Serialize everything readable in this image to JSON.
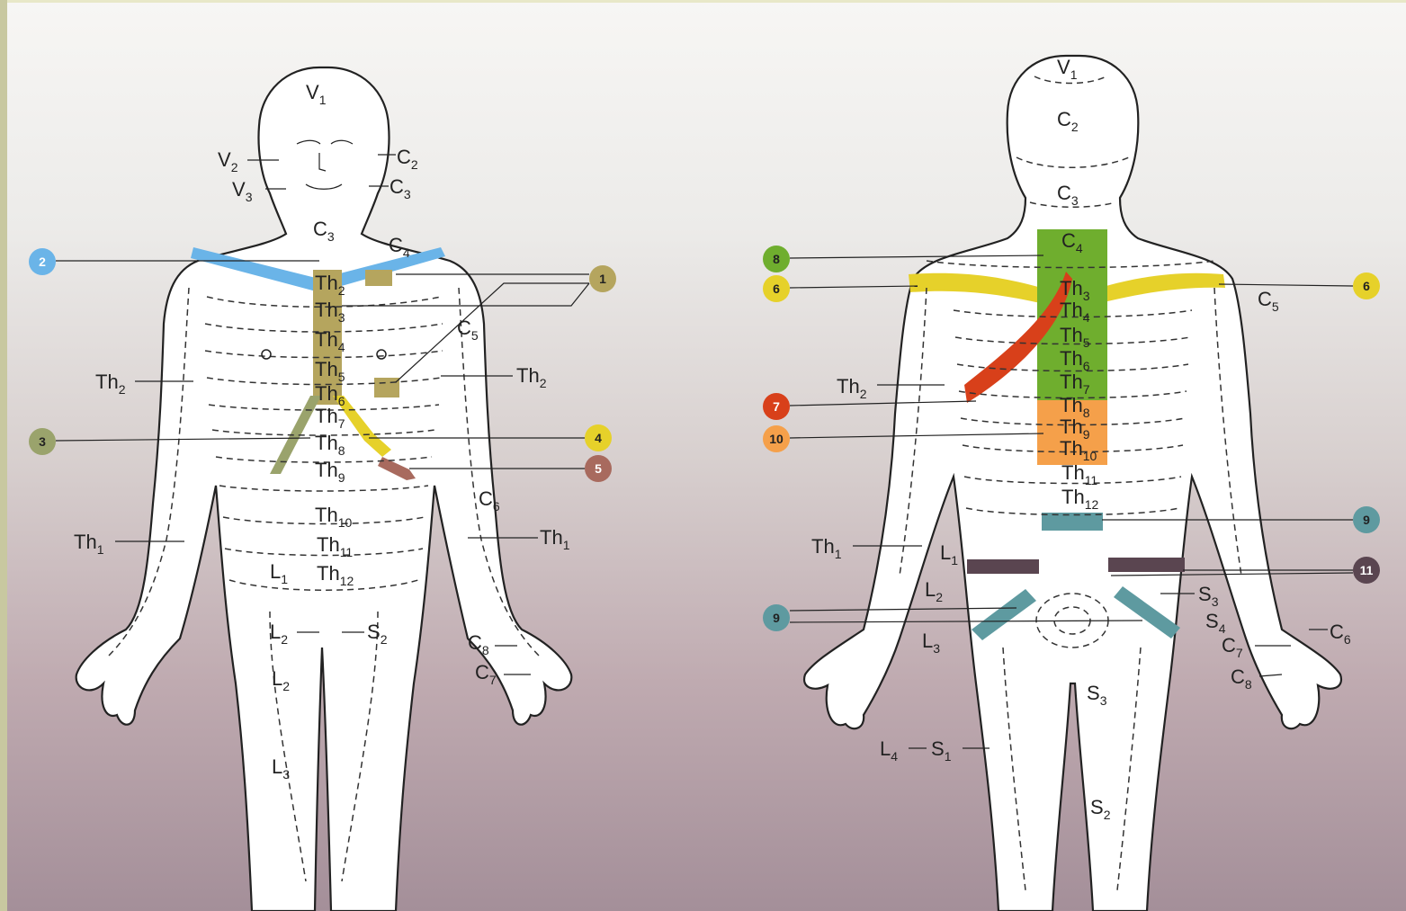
{
  "front_labels": {
    "v1": "V",
    "v1_sub": "1",
    "v2": "V",
    "v2_sub": "2",
    "v3": "V",
    "v3_sub": "3",
    "c2": "C",
    "c2_sub": "2",
    "c3a": "C",
    "c3a_sub": "3",
    "c3b": "C",
    "c3b_sub": "3",
    "c4": "C",
    "c4_sub": "4",
    "c5": "C",
    "c5_sub": "5",
    "c6": "C",
    "c6_sub": "6",
    "c7": "C",
    "c7_sub": "7",
    "c8": "C",
    "c8_sub": "8",
    "th1l": "Th",
    "th1l_sub": "1",
    "th1r": "Th",
    "th1r_sub": "1",
    "th2l": "Th",
    "th2l_sub": "2",
    "th2r": "Th",
    "th2r_sub": "2",
    "th2": "Th",
    "th2_sub": "2",
    "th3": "Th",
    "th3_sub": "3",
    "th4": "Th",
    "th4_sub": "4",
    "th5": "Th",
    "th5_sub": "5",
    "th6": "Th",
    "th6_sub": "6",
    "th7": "Th",
    "th7_sub": "7",
    "th8": "Th",
    "th8_sub": "8",
    "th9": "Th",
    "th9_sub": "9",
    "th10": "Th",
    "th10_sub": "10",
    "th11": "Th",
    "th11_sub": "11",
    "th12": "Th",
    "th12_sub": "12",
    "l1": "L",
    "l1_sub": "1",
    "l2a": "L",
    "l2a_sub": "2",
    "l2b": "L",
    "l2b_sub": "2",
    "l3": "L",
    "l3_sub": "3",
    "s2": "S",
    "s2_sub": "2"
  },
  "back_labels": {
    "v1": "V",
    "v1_sub": "1",
    "c2": "C",
    "c2_sub": "2",
    "c3": "C",
    "c3_sub": "3",
    "c4": "C",
    "c4_sub": "4",
    "c5": "C",
    "c5_sub": "5",
    "c6": "C",
    "c6_sub": "6",
    "c7": "C",
    "c7_sub": "7",
    "c8": "C",
    "c8_sub": "8",
    "th1": "Th",
    "th1_sub": "1",
    "th2": "Th",
    "th2_sub": "2",
    "th3": "Th",
    "th3_sub": "3",
    "th4": "Th",
    "th4_sub": "4",
    "th5": "Th",
    "th5_sub": "5",
    "th6": "Th",
    "th6_sub": "6",
    "th7": "Th",
    "th7_sub": "7",
    "th8": "Th",
    "th8_sub": "8",
    "th9": "Th",
    "th9_sub": "9",
    "th10": "Th",
    "th10_sub": "10",
    "th11": "Th",
    "th11_sub": "11",
    "th12": "Th",
    "th12_sub": "12",
    "l1": "L",
    "l1_sub": "1",
    "l2": "L",
    "l2_sub": "2",
    "l3": "L",
    "l3_sub": "3",
    "l4": "L",
    "l4_sub": "4",
    "s1": "S",
    "s1_sub": "1",
    "s2": "S",
    "s2_sub": "2",
    "s3a": "S",
    "s3a_sub": "3",
    "s3b": "S",
    "s3b_sub": "3",
    "s4": "S",
    "s4_sub": "4"
  },
  "markers": {
    "m1": "1",
    "m2": "2",
    "m3": "3",
    "m4": "4",
    "m5": "5",
    "m6a": "6",
    "m6b": "6",
    "m7": "7",
    "m8": "8",
    "m9a": "9",
    "m9b": "9",
    "m10": "10",
    "m11": "11"
  },
  "colors": {
    "blue": "#6ab4e8",
    "olive": "#b5a55e",
    "sage": "#9aa36c",
    "yellow": "#e6d12a",
    "mauve": "#a86a5e",
    "green": "#6fae2e",
    "red": "#d8401a",
    "orange": "#f5a04a",
    "teal": "#5e9aa0",
    "dark": "#5a4550"
  }
}
